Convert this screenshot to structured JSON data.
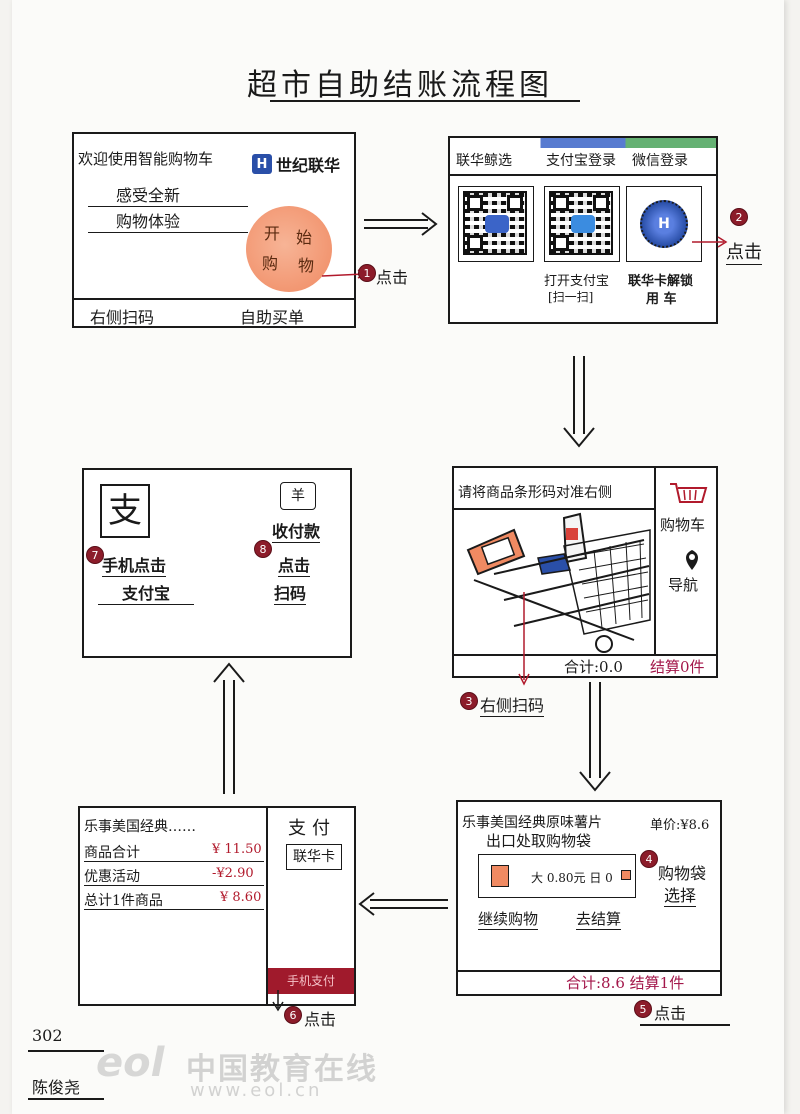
{
  "title": "超市自助结账流程图",
  "colors": {
    "ink": "#1a1a1a",
    "step_red": "#8c1c2a",
    "accent_pink": "#a3174a",
    "orange_circle": "#f4a07a",
    "blue": "#2a4fa8",
    "green": "#4aa35a"
  },
  "panel1": {
    "welcome": "欢迎使用智能购物车",
    "brand": "世纪联华",
    "tagline1": "感受全新",
    "tagline2": "购物体验",
    "start_chars": [
      "开",
      "始",
      "购",
      "物"
    ],
    "footer_left": "右侧扫码",
    "footer_right": "自助买单",
    "step": "1",
    "step_label": "点击"
  },
  "panel2": {
    "tabs": [
      "联华鲸选",
      "支付宝登录",
      "微信登录"
    ],
    "caption1": "打开支付宝",
    "caption1b": "[扫一扫]",
    "caption2": "联华卡解锁",
    "caption2b": "用 车",
    "step": "2",
    "step_label": "点击"
  },
  "panel3": {
    "instruction": "请将商品条形码对准右侧",
    "cart_label": "购物车",
    "nav_label": "导航",
    "total": "合计:0.0",
    "checkout": "结算0件",
    "step": "3",
    "step_label": "右侧扫码"
  },
  "panel4": {
    "product": "乐事美国经典原味薯片",
    "price": "单价:¥8.6",
    "bag_prompt": "出口处取购物袋",
    "bag_item": "大 0.80元 日 0",
    "step_a": "4",
    "step_a_label": "购物袋",
    "step_a_label2": "选择",
    "continue": "继续购物",
    "go_checkout": "去结算",
    "summary": "合计:8.6 结算1件",
    "step_b": "5",
    "step_b_label": "点击"
  },
  "panel5": {
    "product": "乐事美国经典……",
    "rows": [
      {
        "label": "商品合计",
        "value": "¥ 11.50"
      },
      {
        "label": "优惠活动",
        "value": "-¥2.90"
      },
      {
        "label": "总计1件商品",
        "value": "¥ 8.60"
      }
    ],
    "pay_title": "支付",
    "pay_card": "联华卡",
    "pay_bar": "手机支付",
    "step": "6",
    "step_label": "点击"
  },
  "panel6": {
    "alipay_glyph": "支",
    "step_a": "7",
    "label_a1": "手机点击",
    "label_a2": "支付宝",
    "yen_glyph": "羊",
    "pay_label": "收付款",
    "step_b": "8",
    "label_b1": "点击",
    "label_b2": "扫码"
  },
  "footer": {
    "class_no": "302",
    "author": "陈俊尧",
    "watermark_cn": "中国教育在线",
    "watermark_url": "www.eol.cn"
  }
}
